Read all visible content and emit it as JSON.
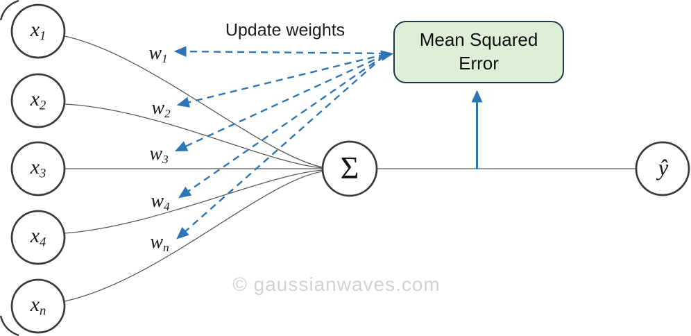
{
  "diagram": {
    "annotation": {
      "update_weights": "Update weights"
    },
    "watermark": "© gaussianwaves.com",
    "inputs": [
      {
        "base": "x",
        "sub": "1"
      },
      {
        "base": "x",
        "sub": "2"
      },
      {
        "base": "x",
        "sub": "3"
      },
      {
        "base": "x",
        "sub": "4"
      },
      {
        "base": "x",
        "sub": "n"
      }
    ],
    "weights": [
      {
        "base": "w",
        "sub": "1"
      },
      {
        "base": "w",
        "sub": "2"
      },
      {
        "base": "w",
        "sub": "3"
      },
      {
        "base": "w",
        "sub": "4"
      },
      {
        "base": "w",
        "sub": "n"
      }
    ],
    "sum_node": {
      "label": "Σ"
    },
    "output_node": {
      "label": "ŷ"
    },
    "mse_box": {
      "label": "Mean Squared Error"
    },
    "colors": {
      "arrow_blue": "#2E75B6",
      "mse_fill": "#DDEFD7",
      "mse_border": "#20374B",
      "node_stroke": "#3A3A3A",
      "connector_gray": "#595959",
      "watermark_gray": "#D2D2D2"
    }
  }
}
